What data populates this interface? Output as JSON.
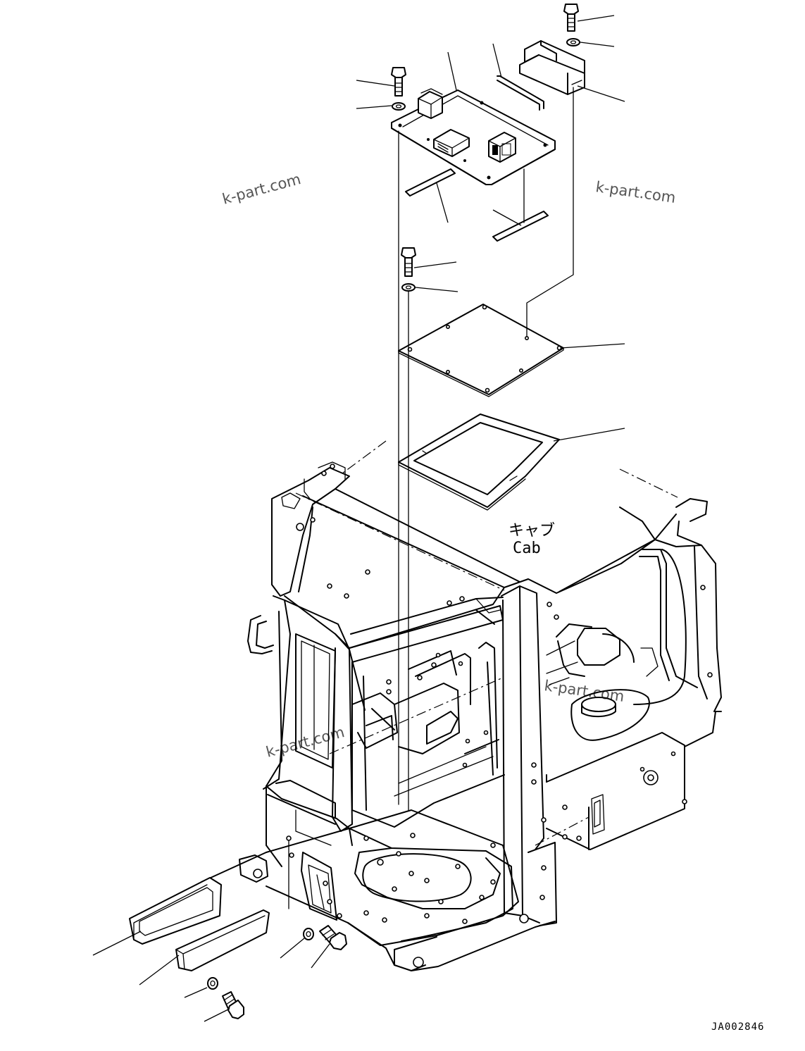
{
  "diagram": {
    "watermarks": [
      "k-part.com",
      "k-part.com",
      "k-part.com",
      "k-part.com"
    ],
    "cab_label_jp": "キャブ",
    "cab_label_en": "Cab",
    "drawing_code": "JA002846"
  }
}
